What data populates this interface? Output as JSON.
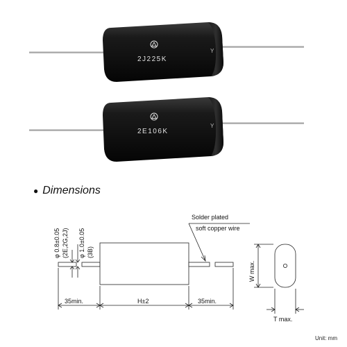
{
  "photo": {
    "capacitor_top_marking": "2J225K",
    "capacitor_bottom_marking": "2E106K"
  },
  "section": {
    "bullet": "●",
    "title": "Dimensions"
  },
  "labels": {
    "lead_dia_1": "φ 0.8±0.05",
    "lead_dia_1_codes": "(2E,2G,2J)",
    "lead_dia_2": "φ 1.0±0.05",
    "lead_dia_2_codes": "(3B)",
    "solder_line1": "Solder plated",
    "solder_line2": "soft copper wire",
    "lead_left": "35min.",
    "body_length": "H±2",
    "lead_right": "35min.",
    "width": "W max.",
    "thickness": "T max.",
    "unit": "Unit: mm"
  },
  "colors": {
    "body": "#0d0d0d",
    "lead": "#c9c9c9",
    "line": "#222222"
  }
}
